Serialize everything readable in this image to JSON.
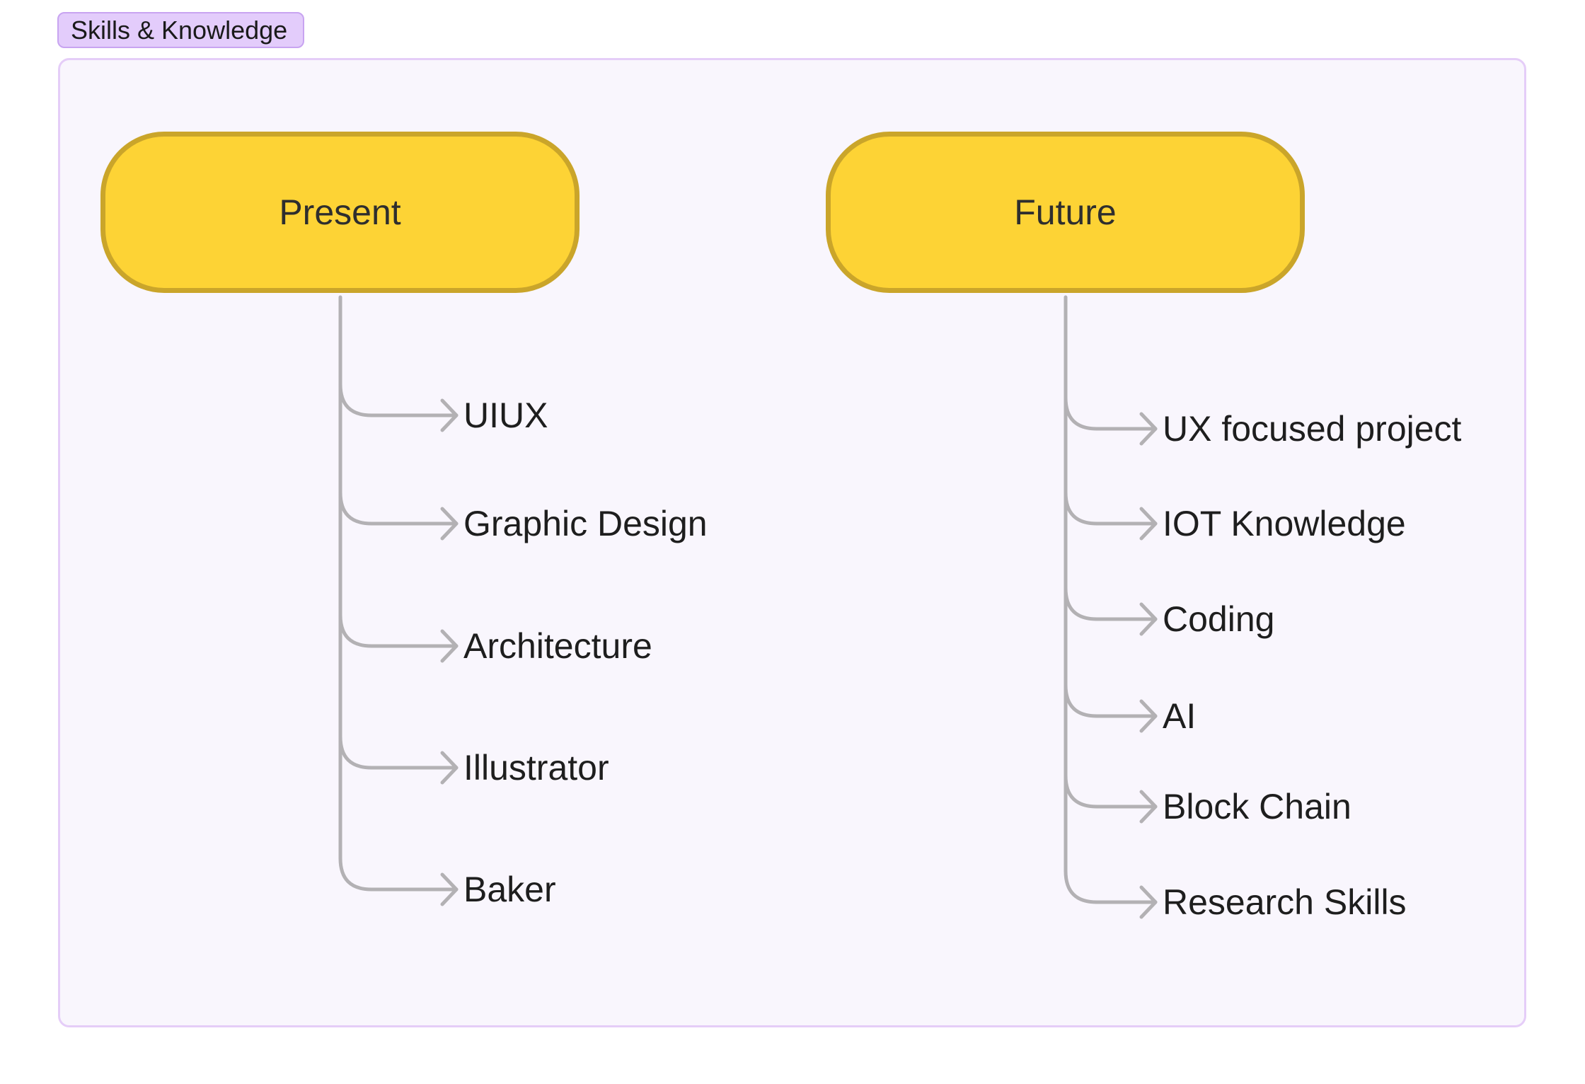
{
  "section": {
    "title": "Skills & Knowledge"
  },
  "present": {
    "label": "Present",
    "items": [
      "UIUX",
      "Graphic Design",
      "Architecture",
      "Illustrator",
      "Baker"
    ]
  },
  "future": {
    "label": "Future",
    "items": [
      "UX focused project",
      "IOT Knowledge",
      "Coding",
      "AI",
      "Block Chain",
      "Research Skills"
    ]
  },
  "colors": {
    "section_fill": "#f9f6fd",
    "section_border": "#e5cdf8",
    "tag_fill": "#e3ccfb",
    "pill_fill": "#fdd335",
    "pill_border": "#caa52a",
    "connector": "#b3b1b4"
  }
}
